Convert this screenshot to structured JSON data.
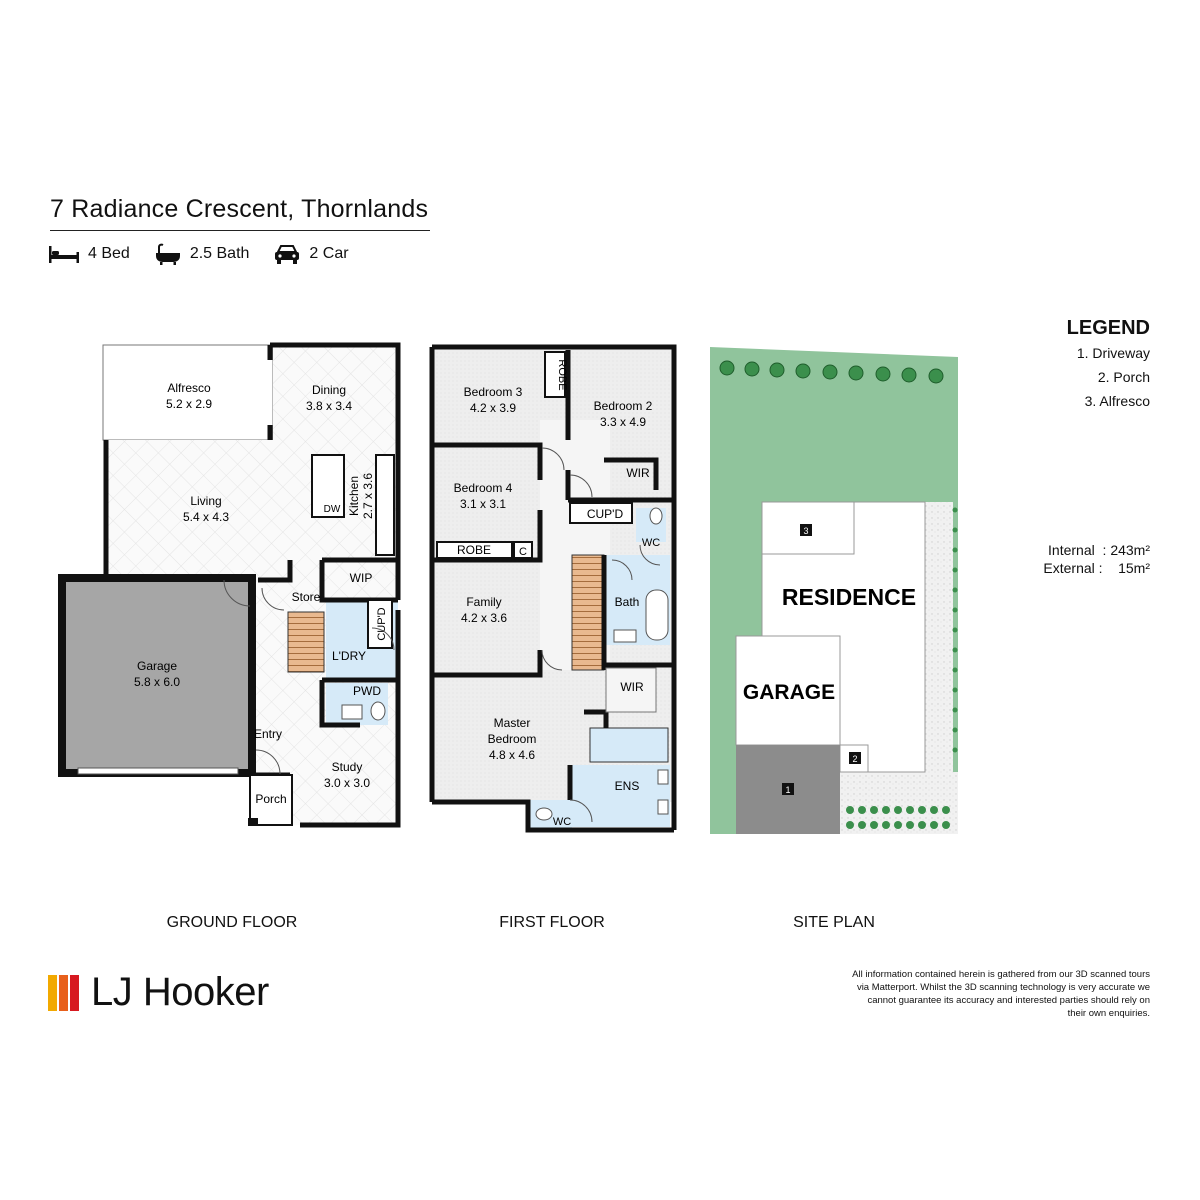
{
  "header": {
    "title": "7 Radiance Crescent, Thornlands",
    "stats": [
      {
        "icon": "bed-icon",
        "label": "4 Bed"
      },
      {
        "icon": "bath-icon",
        "label": "2.5 Bath"
      },
      {
        "icon": "car-icon",
        "label": "2 Car"
      }
    ]
  },
  "legend": {
    "title": "LEGEND",
    "items": [
      "1. Driveway",
      "2. Porch",
      "3. Alfresco"
    ]
  },
  "areas": {
    "internal_label": "Internal",
    "internal_value": "243m²",
    "external_label": "External",
    "external_value": "15m²"
  },
  "ground_floor": {
    "label": "GROUND FLOOR",
    "rooms": {
      "alfresco_name": "Alfresco",
      "alfresco_dim": "5.2 x 2.9",
      "dining_name": "Dining",
      "dining_dim": "3.8 x 3.4",
      "living_name": "Living",
      "living_dim": "5.4 x 4.3",
      "kitchen_name": "Kitchen",
      "kitchen_dim": "2.7 x 3.6",
      "dw": "DW",
      "garage_name": "Garage",
      "garage_dim": "5.8 x 6.0",
      "store": "Store",
      "wip": "WIP",
      "cupd": "CUP'D",
      "ldry": "L'DRY",
      "pwd": "PWD",
      "entry": "Entry",
      "porch": "Porch",
      "study_name": "Study",
      "study_dim": "3.0 x 3.0"
    }
  },
  "first_floor": {
    "label": "FIRST FLOOR",
    "rooms": {
      "bed3_name": "Bedroom 3",
      "bed3_dim": "4.2 x 3.9",
      "robe_v": "ROBE",
      "bed2_name": "Bedroom 2",
      "bed2_dim": "3.3 x 4.9",
      "bed4_name": "Bedroom 4",
      "bed4_dim": "3.1 x 3.1",
      "wir_top": "WIR",
      "cupd": "CUP'D",
      "wc_top": "WC",
      "robe_h": "ROBE",
      "c": "C",
      "family_name": "Family",
      "family_dim": "4.2 x 3.6",
      "bath": "Bath",
      "wir_mid": "WIR",
      "master_name": "Master",
      "master_name2": "Bedroom",
      "master_dim": "4.8 x 4.6",
      "ens": "ENS",
      "wc_bottom": "WC"
    }
  },
  "site_plan": {
    "label": "SITE PLAN",
    "residence": "RESIDENCE",
    "garage": "GARAGE",
    "marker1": "1",
    "marker2": "2",
    "marker3": "3"
  },
  "brand": {
    "name": "LJ Hooker",
    "colors": [
      "#f2a900",
      "#e8601c",
      "#d71920"
    ]
  },
  "disclaimer": "All information contained herein is gathered from our 3D scanned tours via Matterport. Whilst the 3D scanning technology is very accurate we cannot guarantee its accuracy and interested parties should rely on their own enquiries.",
  "colors": {
    "garage_fill": "#a6a6a6",
    "wet_area_fill": "#d6eaf8",
    "lawn_fill": "#90c49c",
    "driveway_fill": "#8c8c8c",
    "wall": "#111111"
  }
}
